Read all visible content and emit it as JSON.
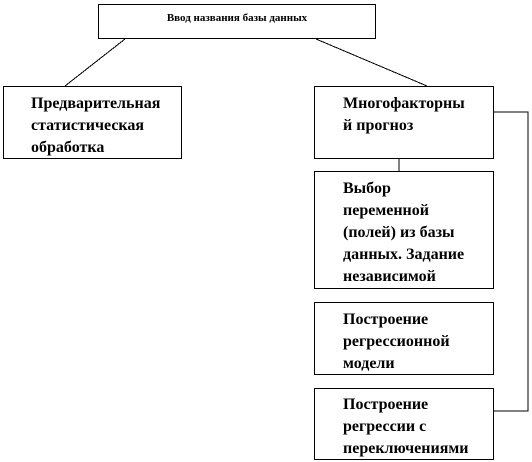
{
  "diagram": {
    "title_box": "Ввод названия базы данных",
    "left_box": "Предварительная\nстатистическая\nобработка",
    "right_top_box": "Многофакторны\nй прогноз",
    "steps": [
      "Выбор\nпеременной\n(полей) из базы\nданных. Задание\nнезависимой",
      "Построение\nрегрессионной\nмодели",
      "Построение\nрегрессии с\nпереключениями"
    ]
  }
}
